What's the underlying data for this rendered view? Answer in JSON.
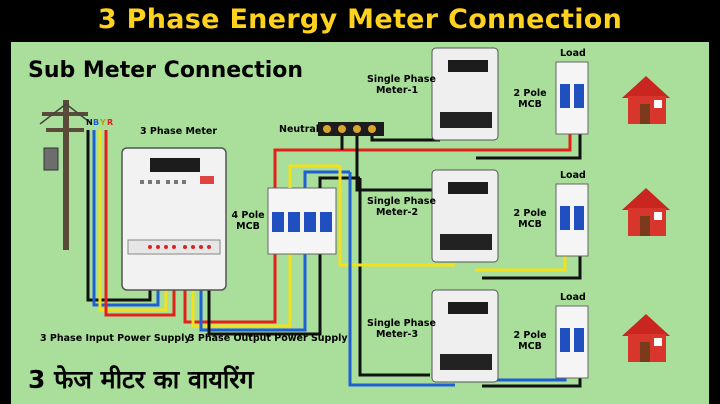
{
  "title": "3 Phase Energy Meter Connection",
  "subtitle": "Sub Meter Connection",
  "hindi_caption": "3 फेज मीटर का वायरिंग",
  "labels": {
    "three_phase_meter": "3 Phase Meter",
    "neutral": "Neutral",
    "four_pole_mcb": "4 Pole\nMCB",
    "input_supply": "3 Phase Input Power Supply",
    "output_supply": "3 Phase Output Power Supply",
    "rybn": [
      "N",
      "B",
      "Y",
      "R"
    ]
  },
  "branches": [
    {
      "meter": "Single Phase\nMeter-1",
      "mcb": "2 Pole\nMCB",
      "load": "Load"
    },
    {
      "meter": "Single Phase\nMeter-2",
      "mcb": "2 Pole\nMCB",
      "load": "Load"
    },
    {
      "meter": "Single Phase\nMeter-3",
      "mcb": "2 Pole\nMCB",
      "load": "Load"
    }
  ],
  "colors": {
    "title": "#ffd21e",
    "panel": "#a9df9a",
    "red": "#e3201b",
    "yellow": "#f3e21b",
    "blue": "#1f5fd6",
    "black": "#111111"
  }
}
